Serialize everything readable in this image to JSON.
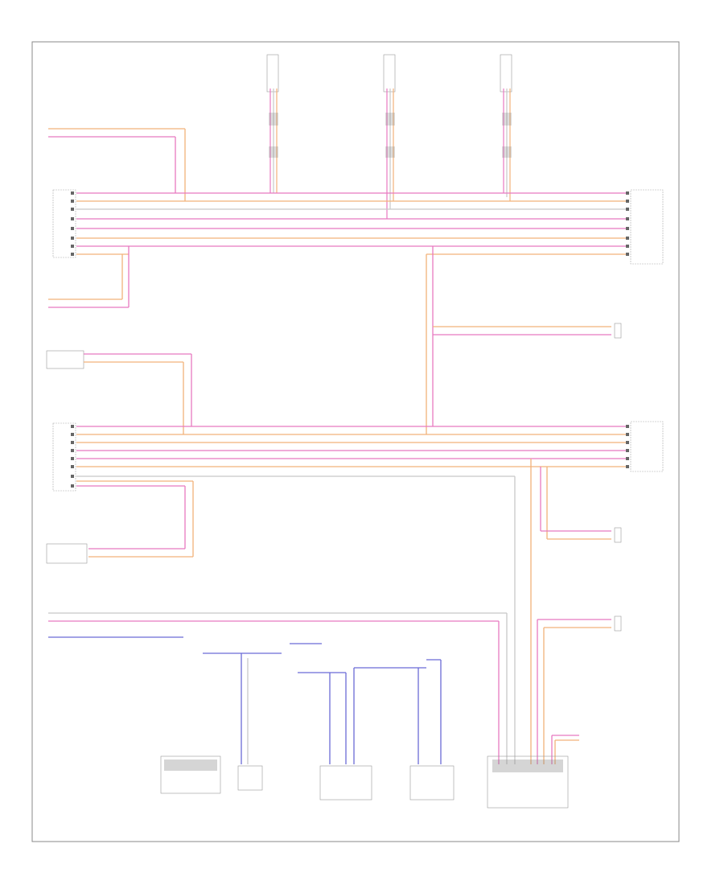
{
  "footer": {
    "code": ""
  },
  "colors": {
    "pink": "#e879c0",
    "orange": "#f2b27a",
    "gray": "#c8c8c8",
    "blue": "#6b6bd6",
    "frame": "#888888",
    "text": "#333333"
  },
  "connectors": [
    {
      "id": "top1",
      "label": ""
    },
    {
      "id": "top2",
      "label": ""
    },
    {
      "id": "top3",
      "label": ""
    },
    {
      "id": "left-mod1",
      "label": ""
    },
    {
      "id": "left-mod2",
      "label": ""
    },
    {
      "id": "right-mod1",
      "label": ""
    },
    {
      "id": "right-mod2",
      "label": ""
    },
    {
      "id": "bottom1",
      "label": ""
    },
    {
      "id": "bottom2",
      "label": ""
    },
    {
      "id": "bottom3",
      "label": ""
    },
    {
      "id": "bottom4",
      "label": ""
    },
    {
      "id": "bottom5",
      "label": ""
    }
  ]
}
